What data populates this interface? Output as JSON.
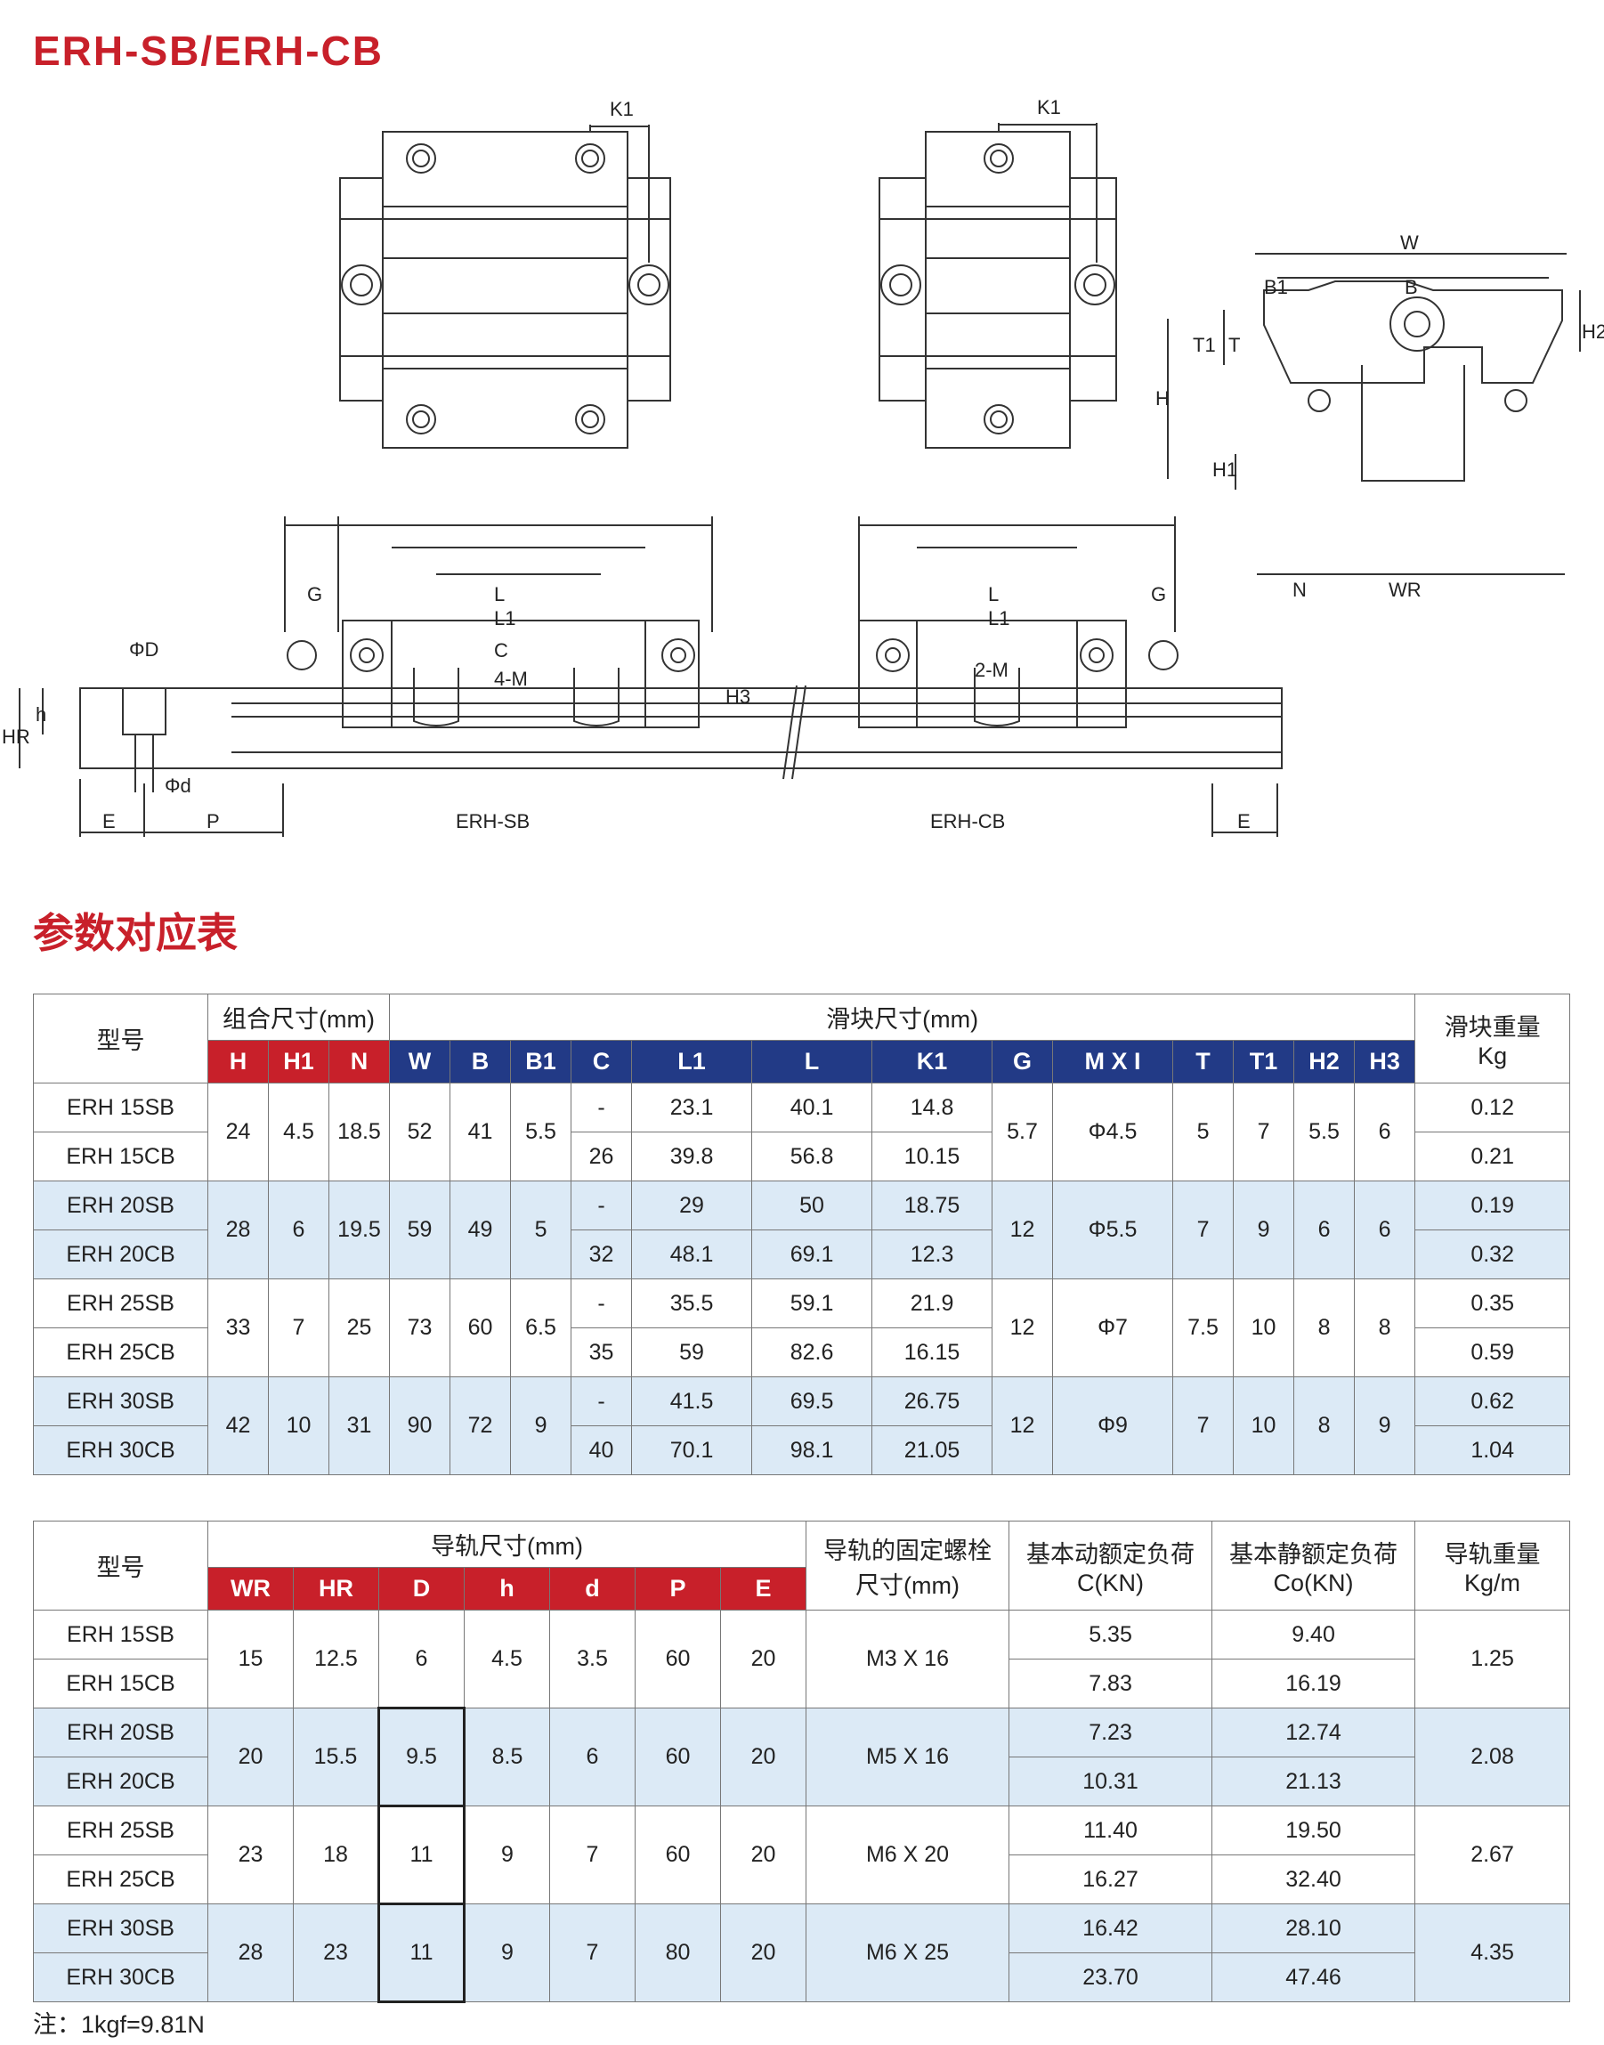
{
  "title": "ERH-SB/ERH-CB",
  "drawing": {
    "labels": {
      "K1": "K1",
      "W": "W",
      "B1": "B1",
      "B": "B",
      "H": "H",
      "H2": "H2",
      "T1": "T1",
      "T": "T",
      "H1": "H1",
      "N": "N",
      "WR": "WR",
      "G": "G",
      "L": "L",
      "L1": "L1",
      "C": "C",
      "M4": "4-M",
      "M2": "2-M",
      "H3": "H3",
      "phiD": "ΦD",
      "phid": "Φd",
      "h": "h",
      "HR": "HR",
      "E": "E",
      "P": "P",
      "sb": "ERH-SB",
      "cb": "ERH-CB"
    }
  },
  "section_title": "参数对应表",
  "table1": {
    "headers": {
      "model": "型号",
      "combo": "组合尺寸(mm)",
      "block": "滑块尺寸(mm)",
      "weight": "滑块重量\nKg",
      "cols_red": [
        "H",
        "H1",
        "N"
      ],
      "cols_blue": [
        "W",
        "B",
        "B1",
        "C",
        "L1",
        "L",
        "K1",
        "G",
        "M X I",
        "T",
        "T1",
        "H2",
        "H3"
      ]
    },
    "groups": [
      {
        "models": [
          "ERH 15SB",
          "ERH 15CB"
        ],
        "H": "24",
        "H1": "4.5",
        "N": "18.5",
        "W": "52",
        "B": "41",
        "B1": "5.5",
        "C": [
          "-",
          "26"
        ],
        "L1": [
          "23.1",
          "39.8"
        ],
        "L": [
          "40.1",
          "56.8"
        ],
        "K1": [
          "14.8",
          "10.15"
        ],
        "G": "5.7",
        "M": "Φ4.5",
        "T": "5",
        "T1": "7",
        "H2": "5.5",
        "H3": "6",
        "weight": [
          "0.12",
          "0.21"
        ]
      },
      {
        "models": [
          "ERH 20SB",
          "ERH 20CB"
        ],
        "H": "28",
        "H1": "6",
        "N": "19.5",
        "W": "59",
        "B": "49",
        "B1": "5",
        "C": [
          "-",
          "32"
        ],
        "L1": [
          "29",
          "48.1"
        ],
        "L": [
          "50",
          "69.1"
        ],
        "K1": [
          "18.75",
          "12.3"
        ],
        "G": "12",
        "M": "Φ5.5",
        "T": "7",
        "T1": "9",
        "H2": "6",
        "H3": "6",
        "weight": [
          "0.19",
          "0.32"
        ]
      },
      {
        "models": [
          "ERH 25SB",
          "ERH 25CB"
        ],
        "H": "33",
        "H1": "7",
        "N": "25",
        "W": "73",
        "B": "60",
        "B1": "6.5",
        "C": [
          "-",
          "35"
        ],
        "L1": [
          "35.5",
          "59"
        ],
        "L": [
          "59.1",
          "82.6"
        ],
        "K1": [
          "21.9",
          "16.15"
        ],
        "G": "12",
        "M": "Φ7",
        "T": "7.5",
        "T1": "10",
        "H2": "8",
        "H3": "8",
        "weight": [
          "0.35",
          "0.59"
        ]
      },
      {
        "models": [
          "ERH 30SB",
          "ERH 30CB"
        ],
        "H": "42",
        "H1": "10",
        "N": "31",
        "W": "90",
        "B": "72",
        "B1": "9",
        "C": [
          "-",
          "40"
        ],
        "L1": [
          "41.5",
          "70.1"
        ],
        "L": [
          "69.5",
          "98.1"
        ],
        "K1": [
          "26.75",
          "21.05"
        ],
        "G": "12",
        "M": "Φ9",
        "T": "7",
        "T1": "10",
        "H2": "8",
        "H3": "9",
        "weight": [
          "0.62",
          "1.04"
        ]
      }
    ]
  },
  "table2": {
    "headers": {
      "model": "型号",
      "rail": "导轨尺寸(mm)",
      "cols_red": [
        "WR",
        "HR",
        "D",
        "h",
        "d",
        "P",
        "E"
      ],
      "bolt": "导轨的固定螺栓\n尺寸(mm)",
      "dyn": "基本动额定负荷\nC(KN)",
      "stat": "基本静额定负荷\nCo(KN)",
      "weight": "导轨重量\nKg/m"
    },
    "groups": [
      {
        "models": [
          "ERH 15SB",
          "ERH 15CB"
        ],
        "WR": "15",
        "HR": "12.5",
        "D": "6",
        "h": "4.5",
        "d": "3.5",
        "P": "60",
        "E": "20",
        "bolt": "M3 X 16",
        "dyn": [
          "5.35",
          "7.83"
        ],
        "stat": [
          "9.40",
          "16.19"
        ],
        "weight": "1.25"
      },
      {
        "models": [
          "ERH 20SB",
          "ERH 20CB"
        ],
        "WR": "20",
        "HR": "15.5",
        "D": "9.5",
        "h": "8.5",
        "d": "6",
        "P": "60",
        "E": "20",
        "bolt": "M5 X 16",
        "dyn": [
          "7.23",
          "10.31"
        ],
        "stat": [
          "12.74",
          "21.13"
        ],
        "weight": "2.08"
      },
      {
        "models": [
          "ERH 25SB",
          "ERH 25CB"
        ],
        "WR": "23",
        "HR": "18",
        "D": "11",
        "h": "9",
        "d": "7",
        "P": "60",
        "E": "20",
        "bolt": "M6 X 20",
        "dyn": [
          "11.40",
          "16.27"
        ],
        "stat": [
          "19.50",
          "32.40"
        ],
        "weight": "2.67"
      },
      {
        "models": [
          "ERH 30SB",
          "ERH 30CB"
        ],
        "WR": "28",
        "HR": "23",
        "D": "11",
        "h": "9",
        "d": "7",
        "P": "80",
        "E": "20",
        "bolt": "M6 X 25",
        "dyn": [
          "16.42",
          "23.70"
        ],
        "stat": [
          "28.10",
          "47.46"
        ],
        "weight": "4.35"
      }
    ]
  },
  "note": "注：1kgf=9.81N"
}
